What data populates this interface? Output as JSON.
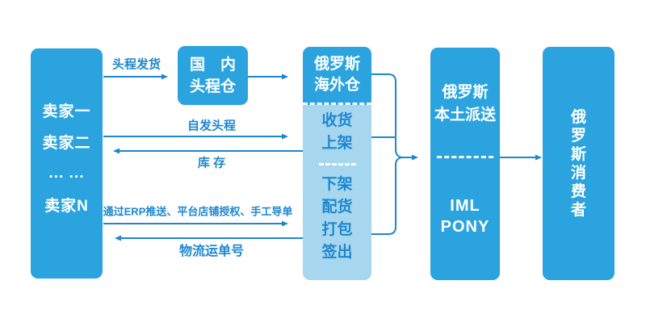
{
  "colors": {
    "box_blue": "#2BA3DE",
    "light_blue": "#A6D7EF",
    "arrow_blue": "#1E87CF",
    "label_blue": "#1E87CF",
    "background": "#ffffff"
  },
  "sellers_box": {
    "items": [
      "卖家一",
      "卖家二",
      "... ...",
      "卖家N"
    ]
  },
  "domestic_warehouse_box": {
    "line1": "国　内",
    "line2": "头程仓"
  },
  "overseas_warehouse_box": {
    "title_line1": "俄罗斯",
    "title_line2": "海外仓",
    "inbound_steps": [
      "收货",
      "上架"
    ],
    "outbound_steps": [
      "下架",
      "配货",
      "打包",
      "签出"
    ]
  },
  "local_delivery_box": {
    "title_line1": "俄罗斯",
    "title_line2": "本土派送",
    "carrier_line1": "IML",
    "carrier_line2": "PONY"
  },
  "consumers_box": {
    "chars": [
      "俄",
      "罗",
      "斯",
      "消",
      "费",
      "者"
    ]
  },
  "flow_labels": {
    "first_leg_shipping": "头程发货",
    "self_first_leg": "自发头程",
    "inventory": "库 存",
    "erp_push": "通过ERP推送、平台店铺授权、手工导单",
    "tracking_number": "物流运单号"
  }
}
